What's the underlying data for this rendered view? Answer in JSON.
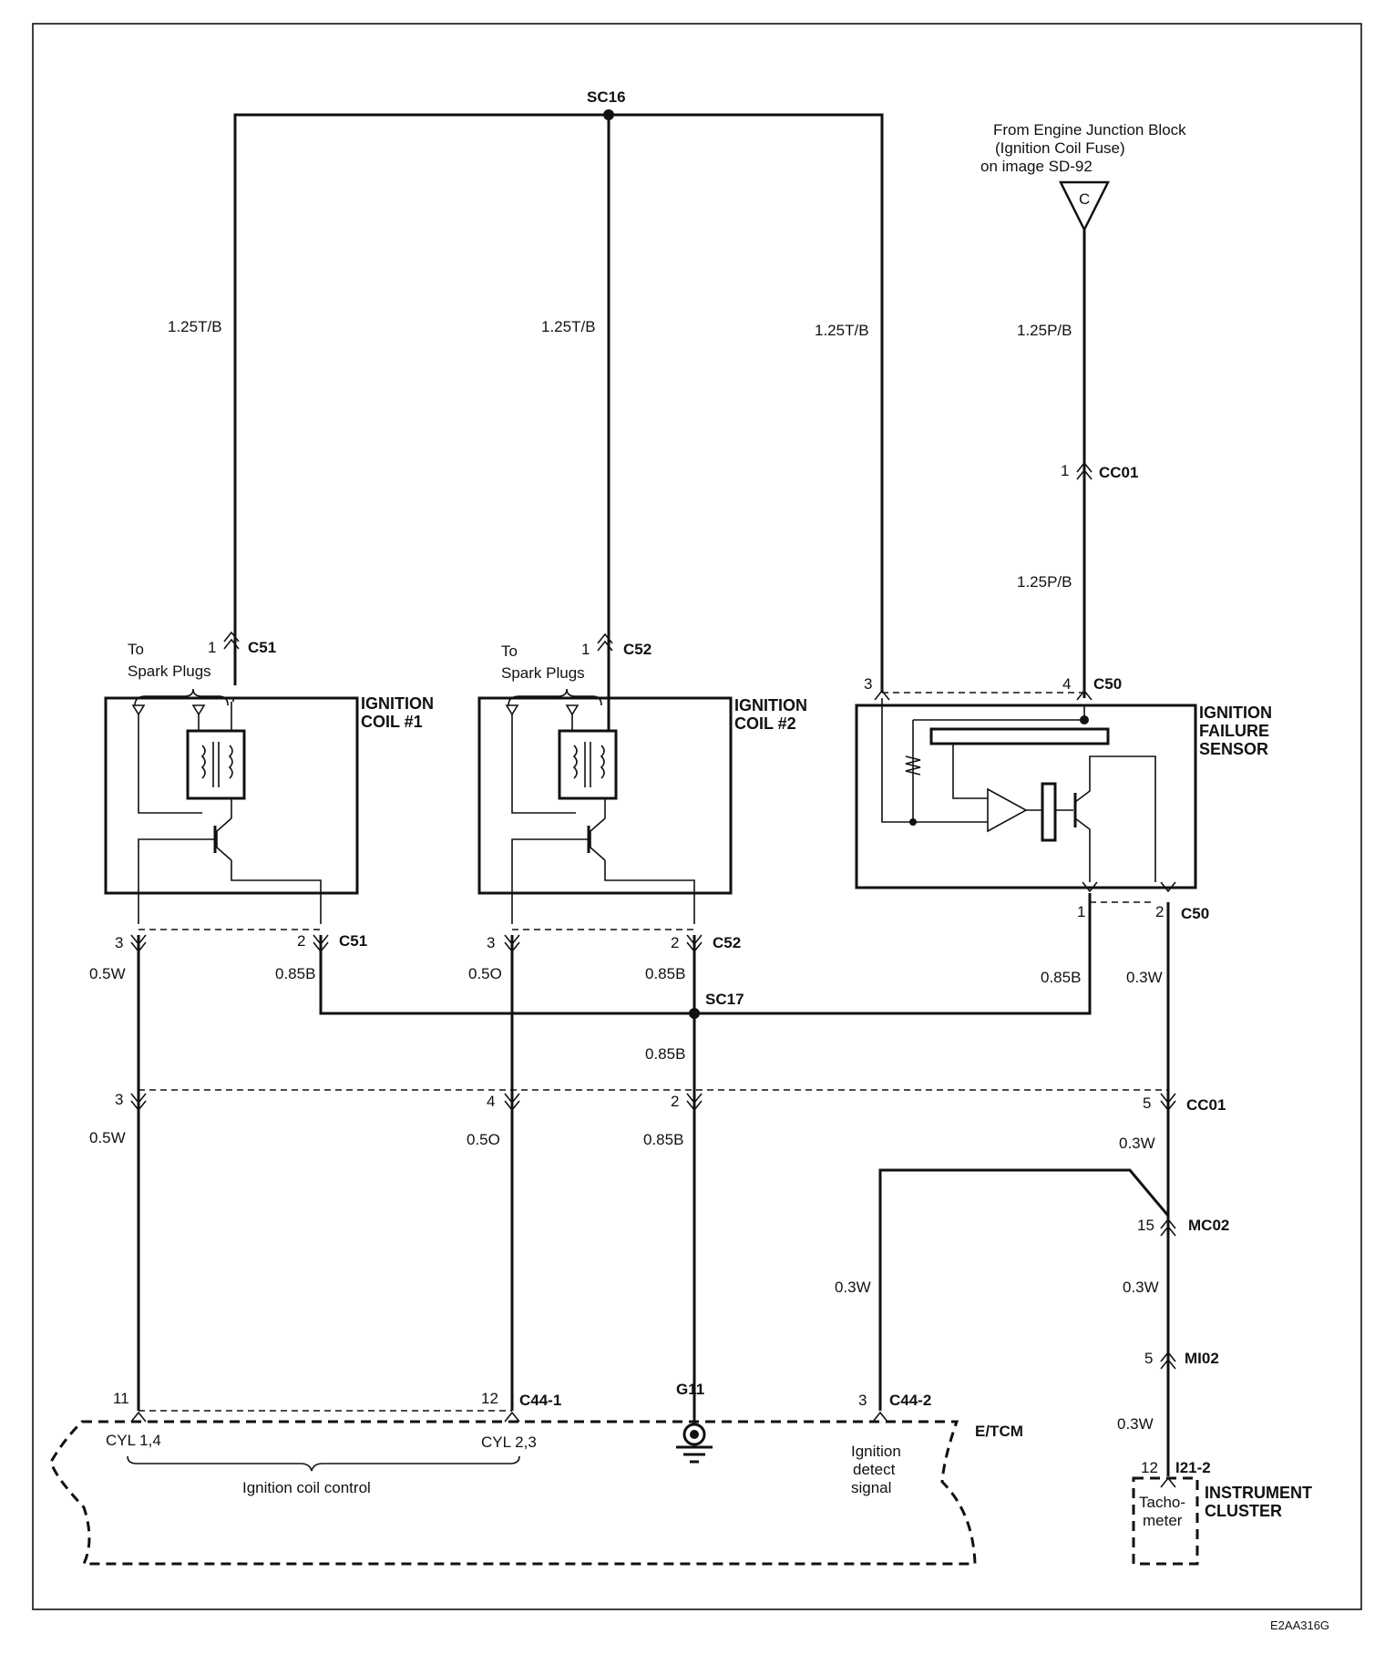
{
  "diagram_id": "E2AA316G",
  "splices": {
    "sc16": "SC16",
    "sc17": "SC17"
  },
  "source": {
    "line1": "From Engine Junction Block",
    "line2": "(Ignition Coil Fuse)",
    "line3": "on image SD-92",
    "connector_letter": "C"
  },
  "wires": {
    "t_b": "1.25T/B",
    "p_b": "1.25P/B",
    "w05": "0.5W",
    "o05": "0.5O",
    "b085": "0.85B",
    "w03": "0.3W"
  },
  "connectors": {
    "c51": "C51",
    "c52": "C52",
    "c50": "C50",
    "cc01": "CC01",
    "mc02": "MC02",
    "mi02": "MI02",
    "c44_1": "C44-1",
    "c44_2": "C44-2",
    "i21_2": "I21-2"
  },
  "pins": {
    "p1": "1",
    "p2": "2",
    "p3": "3",
    "p4": "4",
    "p5": "5",
    "p11": "11",
    "p12": "12",
    "p15": "15"
  },
  "components": {
    "coil1_line1": "IGNITION",
    "coil1_line2": "COIL #1",
    "coil2_line1": "IGNITION",
    "coil2_line2": "COIL #2",
    "sensor_line1": "IGNITION",
    "sensor_line2": "FAILURE",
    "sensor_line3": "SENSOR",
    "spark_to": "To",
    "spark_plugs": "Spark Plugs",
    "ground": "G11",
    "etcm": "E/TCM",
    "cyl14": "CYL 1,4",
    "cyl23": "CYL 2,3",
    "coil_control": "Ignition coil control",
    "detect_line1": "Ignition",
    "detect_line2": "detect",
    "detect_line3": "signal",
    "cluster_line1": "INSTRUMENT",
    "cluster_line2": "CLUSTER",
    "tacho_line1": "Tacho-",
    "tacho_line2": "meter"
  }
}
